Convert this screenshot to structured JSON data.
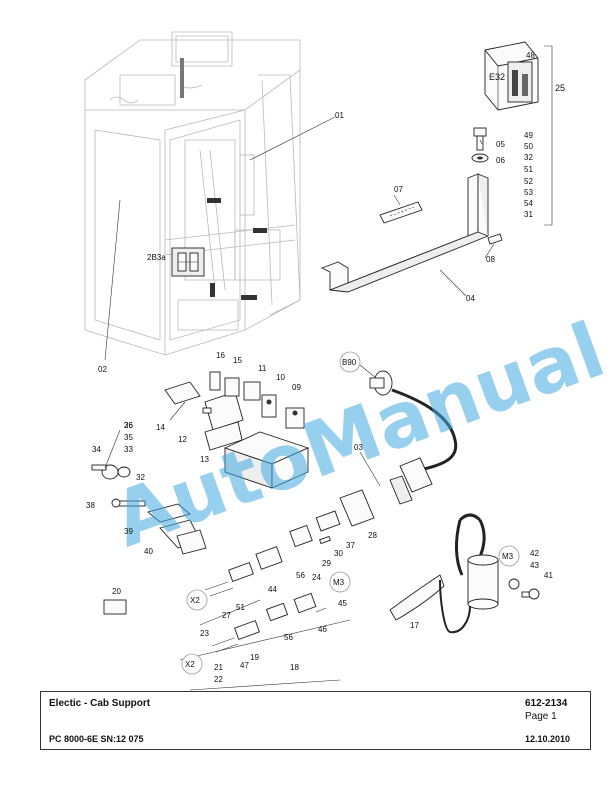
{
  "labels": {
    "p01": "01",
    "p02": "02",
    "p03": "03",
    "p04": "04",
    "p05": "05",
    "p06": "06",
    "p07": "07",
    "p08": "08",
    "p09": "09",
    "p10": "10",
    "p11": "11",
    "p12": "12",
    "p13": "13",
    "p14": "14",
    "p15": "15",
    "p16": "16",
    "p17": "17",
    "p18": "18",
    "p19": "19",
    "p20": "20",
    "p21": "21",
    "p22": "22",
    "p23": "23",
    "p24": "24",
    "p25": "25",
    "p26": "26",
    "p27": "27",
    "p28": "28",
    "p29": "29",
    "p30": "30",
    "p31": "31",
    "p32a": "32",
    "p32b": "32",
    "p33": "33",
    "p34": "34",
    "p35": "35",
    "p36": "36",
    "p37": "37",
    "p38": "38",
    "p39": "39",
    "p40": "40",
    "p41": "41",
    "p42": "42",
    "p43": "43",
    "p44": "44",
    "p45": "45",
    "p46": "46",
    "p47": "47",
    "p48": "48",
    "p49": "49",
    "p50": "50",
    "p51a": "51",
    "p51b": "51",
    "p52": "52",
    "p53": "53",
    "p54": "54",
    "p56a": "56",
    "p56b": "56",
    "e32": "E32",
    "b90": "B90",
    "b83a": "2B3a",
    "m3a": "M3",
    "m3b": "M3",
    "x2a": "X2",
    "x2b": "X2"
  },
  "watermark": "AutoManual",
  "title_block": {
    "title": "Electic - Cab Support",
    "part_number": "612-2134",
    "page": "Page 1",
    "model": "PC 8000-6E SN:12 075",
    "date": "12.10.2010"
  }
}
